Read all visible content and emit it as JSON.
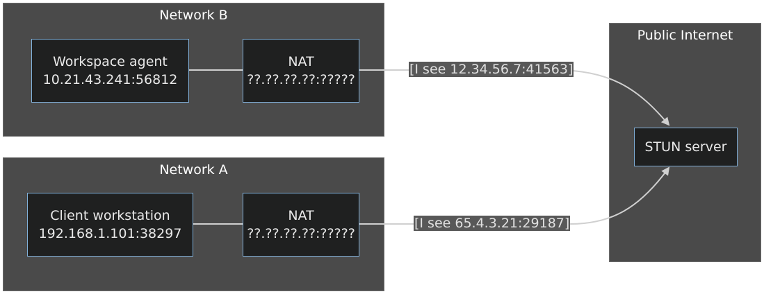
{
  "clusters": {
    "network_b": {
      "title": "Network B"
    },
    "network_a": {
      "title": "Network A"
    },
    "public_internet": {
      "title": "Public Internet"
    }
  },
  "nodes": {
    "workspace_agent": {
      "line1": "Workspace agent",
      "line2": "10.21.43.241:56812"
    },
    "nat_b": {
      "line1": "NAT",
      "line2": "??.??.??.??:?????"
    },
    "client_workstation": {
      "line1": "Client workstation",
      "line2": "192.168.1.101:38297"
    },
    "nat_a": {
      "line1": "NAT",
      "line2": "??.??.??.??:?????"
    },
    "stun_server": {
      "line1": "STUN server"
    }
  },
  "edges": {
    "nat_b_to_stun": {
      "label": "[I see 12.34.56.7:41563]"
    },
    "nat_a_to_stun": {
      "label": "[I see 65.4.3.21:29187]"
    }
  },
  "colors": {
    "cluster_fill": "#4a4a4a",
    "node_fill": "#1f2020",
    "node_border": "#81b1db",
    "edge": "#d0d0d0"
  }
}
